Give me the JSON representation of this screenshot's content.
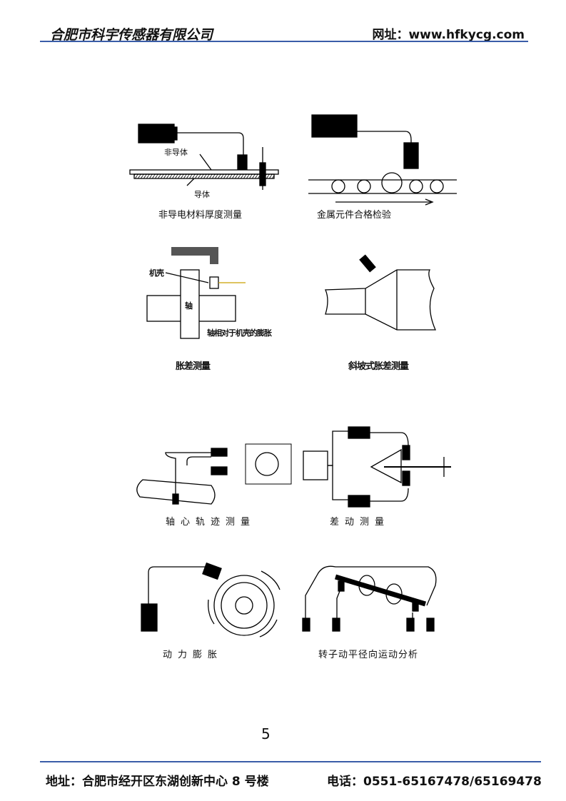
{
  "header": {
    "company": "合肥市科宇传感器有限公司",
    "website": "网址：www.hfkycg.com"
  },
  "figures": [
    {
      "caption": "非导电材料厚度测量",
      "labels": [
        "非导体",
        "导体"
      ]
    },
    {
      "caption": "金属元件合格检验",
      "labels": []
    },
    {
      "caption": "胀差测量",
      "labels": [
        "机壳",
        "轴",
        "轴相对于机壳的膨胀"
      ]
    },
    {
      "caption": "斜坡式胀差测量",
      "labels": []
    },
    {
      "caption": "轴心轨迹测量",
      "labels": []
    },
    {
      "caption": "差动测量",
      "labels": []
    },
    {
      "caption": "动力膨胀",
      "labels": []
    },
    {
      "caption": "转子动平径向运动分析",
      "labels": []
    }
  ],
  "page_number": "5",
  "footer": {
    "address": "地址：合肥市经开区东湖创新中心 8 号楼",
    "phone": "电话：0551-65167478/65169478"
  }
}
